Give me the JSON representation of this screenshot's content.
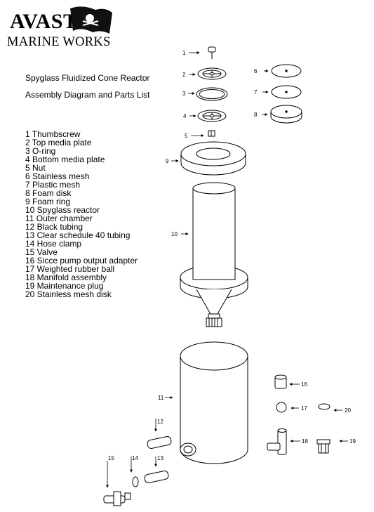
{
  "brand": {
    "line1": "AVAST",
    "line2": "MARINE WORKS"
  },
  "title": "Spyglass Fluidized Cone Reactor",
  "subtitle": "Assembly Diagram and Parts List",
  "parts": [
    "1 Thumbscrew",
    "2 Top media plate",
    "3 O-ring",
    "4 Bottom media plate",
    "5 Nut",
    "6 Stainless mesh",
    "7 Plastic mesh",
    "8 Foam disk",
    "9 Foam ring",
    "10 Spyglass reactor",
    "11 Outer chamber",
    "12 Black tubing",
    "13 Clear schedule 40 tubing",
    "14 Hose clamp",
    "15 Valve",
    "16 Sicce pump output adapter",
    "17 Weighted rubber ball",
    "18 Manifold assembly",
    "19 Maintenance plug",
    "20 Stainless mesh disk"
  ],
  "callouts": {
    "c1": "1",
    "c2": "2",
    "c3": "3",
    "c4": "4",
    "c5": "5",
    "c6": "6",
    "c7": "7",
    "c8": "8",
    "c9": "9",
    "c10": "10",
    "c11": "11",
    "c12": "12",
    "c13": "13",
    "c14": "14",
    "c15": "15",
    "c16": "16",
    "c17": "17",
    "c18": "18",
    "c19": "19",
    "c20": "20"
  }
}
